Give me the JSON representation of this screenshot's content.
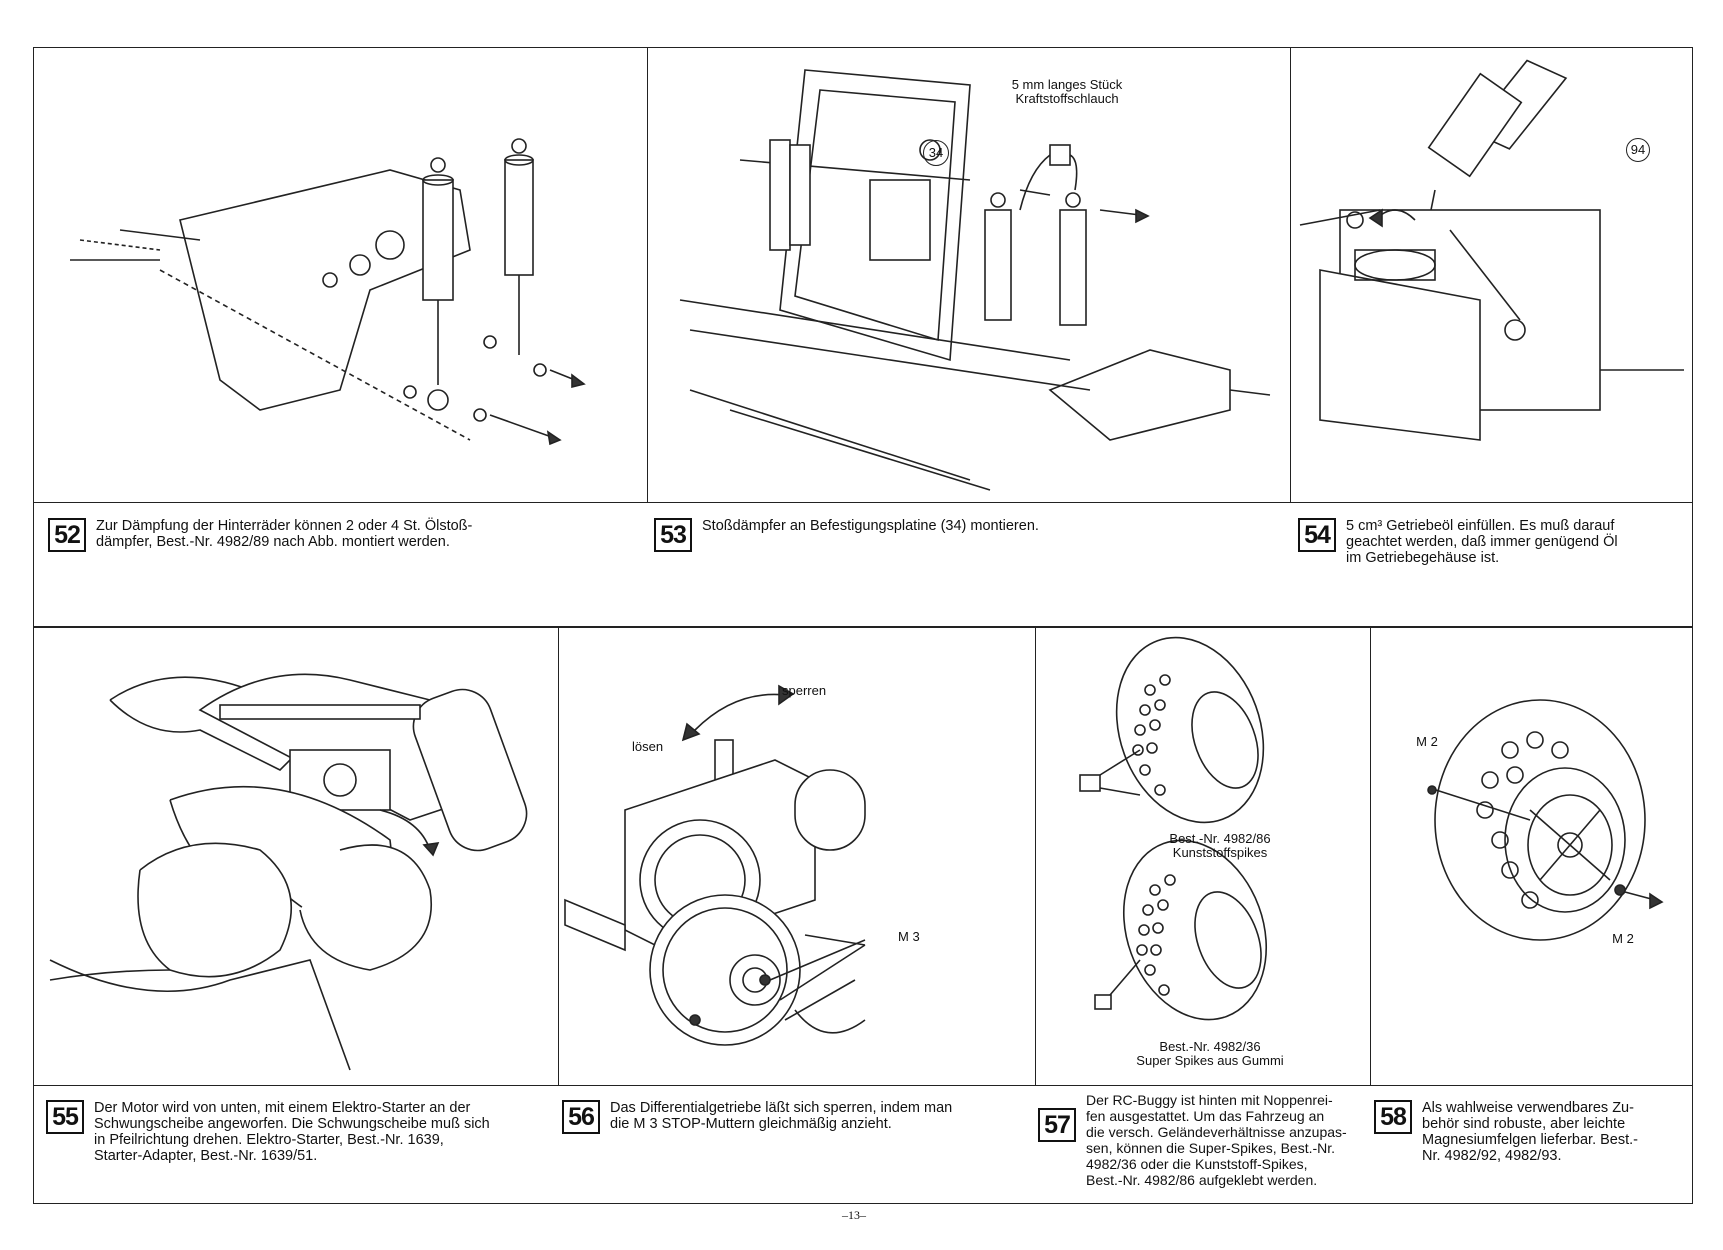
{
  "page_number": "–13–",
  "steps": [
    {
      "num": "52",
      "text": "Zur Dämpfung der Hinterräder können 2 oder 4 St. Ölstoß-\ndämpfer, Best.-Nr. 4982/89 nach Abb. montiert werden."
    },
    {
      "num": "53",
      "text": "Stoßdämpfer an Befestigungsplatine (34) montieren."
    },
    {
      "num": "54",
      "text": "5 cm³ Getriebeöl einfüllen. Es muß darauf\ngeachtet werden, daß immer genügend Öl\nim Getriebegehäuse ist."
    },
    {
      "num": "55",
      "text": "Der Motor wird von unten, mit einem Elektro-Starter an der\nSchwungscheibe angeworfen. Die Schwungscheibe muß sich\nin Pfeilrichtung drehen. Elektro-Starter, Best.-Nr. 1639,\nStarter-Adapter, Best.-Nr. 1639/51."
    },
    {
      "num": "56",
      "text": "Das Differentialgetriebe läßt sich sperren, indem man\ndie M 3 STOP-Muttern gleichmäßig anzieht."
    },
    {
      "num": "57",
      "text": "Der RC-Buggy ist hinten mit Noppenrei-\nfen ausgestattet. Um das Fahrzeug an\ndie versch. Geländeverhältnisse anzupas-\nsen, können die Super-Spikes, Best.-Nr.\n4982/36 oder die Kunststoff-Spikes,\nBest.-Nr. 4982/86 aufgeklebt werden."
    },
    {
      "num": "58",
      "text": "Als wahlweise verwendbares Zu-\nbehör sind robuste, aber leichte\nMagnesiumfelgen lieferbar. Best.-\nNr. 4982/92, 4982/93."
    }
  ],
  "labels": {
    "hose": "5 mm langes Stück\nKraftstoffschlauch",
    "part34": "34",
    "part94": "94",
    "sperren": "sperren",
    "loesen": "lösen",
    "m3": "M 3",
    "spikes86": "Best.-Nr. 4982/86\nKunststoffspikes",
    "spikes36": "Best.-Nr. 4982/36\nSuper Spikes aus Gummi",
    "m2_top": "M 2",
    "m2_bottom": "M 2"
  },
  "colors": {
    "ink": "#222222",
    "paper": "#ffffff"
  }
}
